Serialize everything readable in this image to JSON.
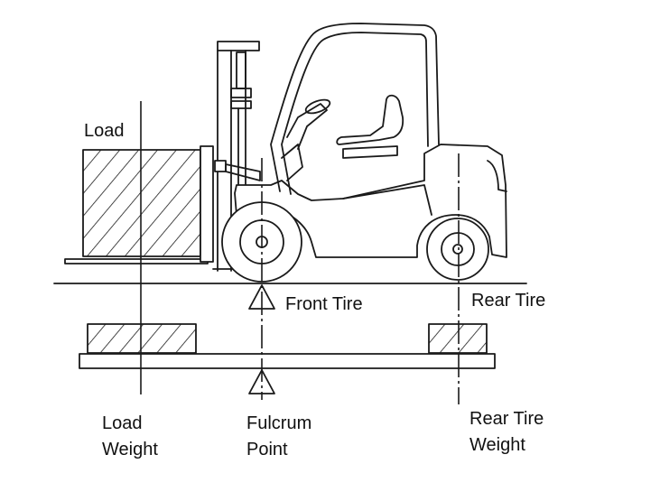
{
  "labels": {
    "load": "Load",
    "front_tire": "Front Tire",
    "rear_tire": "Rear Tire",
    "load_weight": [
      "Load",
      "Weight"
    ],
    "fulcrum_point": [
      "Fulcrum",
      "Point"
    ],
    "rear_tire_weight": [
      "Rear Tire",
      "Weight"
    ]
  },
  "colors": {
    "stroke": "#1a1a1a",
    "background": "#ffffff"
  },
  "icons": [
    "forklift-illustration",
    "fulcrum-triangle-icon",
    "hatched-weight-block"
  ]
}
